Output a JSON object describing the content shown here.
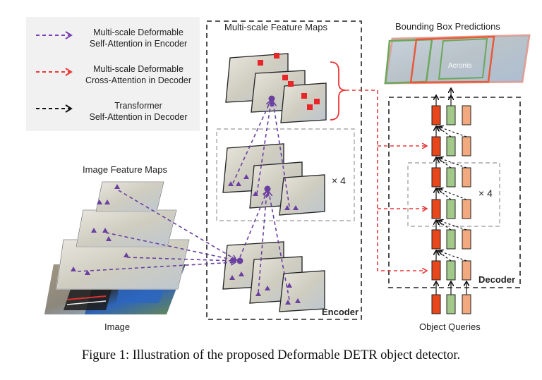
{
  "legend": {
    "items": [
      {
        "line1": "Multi-scale Deformable",
        "line2": "Self-Attention in Encoder",
        "color": "#7b3fb0"
      },
      {
        "line1": "Multi-scale Deformable",
        "line2": "Cross-Attention in Decoder",
        "color": "#e8393a"
      },
      {
        "line1": "Transformer",
        "line2": "Self-Attention in Decoder",
        "color": "#111111"
      }
    ]
  },
  "labels": {
    "multiscale_feature_maps": "Multi-scale Feature Maps",
    "bounding_box_predictions": "Bounding Box Predictions",
    "image_feature_maps": "Image Feature Maps",
    "image": "Image",
    "encoder": "Encoder",
    "decoder": "Decoder",
    "object_queries": "Object Queries",
    "repeat_encoder": "× 4",
    "repeat_decoder": "× 4",
    "photo_text": "Acronis"
  },
  "caption": "Figure 1: Illustration of the proposed Deformable DETR object detector.",
  "colors": {
    "purple": "#6a3fa0",
    "red": "#e8393a",
    "query_red": "#e8471c",
    "query_green": "#a3c98a",
    "query_orange": "#f2a97d",
    "frame_dash": "#222222",
    "inner_dash": "#999999",
    "photo_bg": "#c9c7b8"
  }
}
